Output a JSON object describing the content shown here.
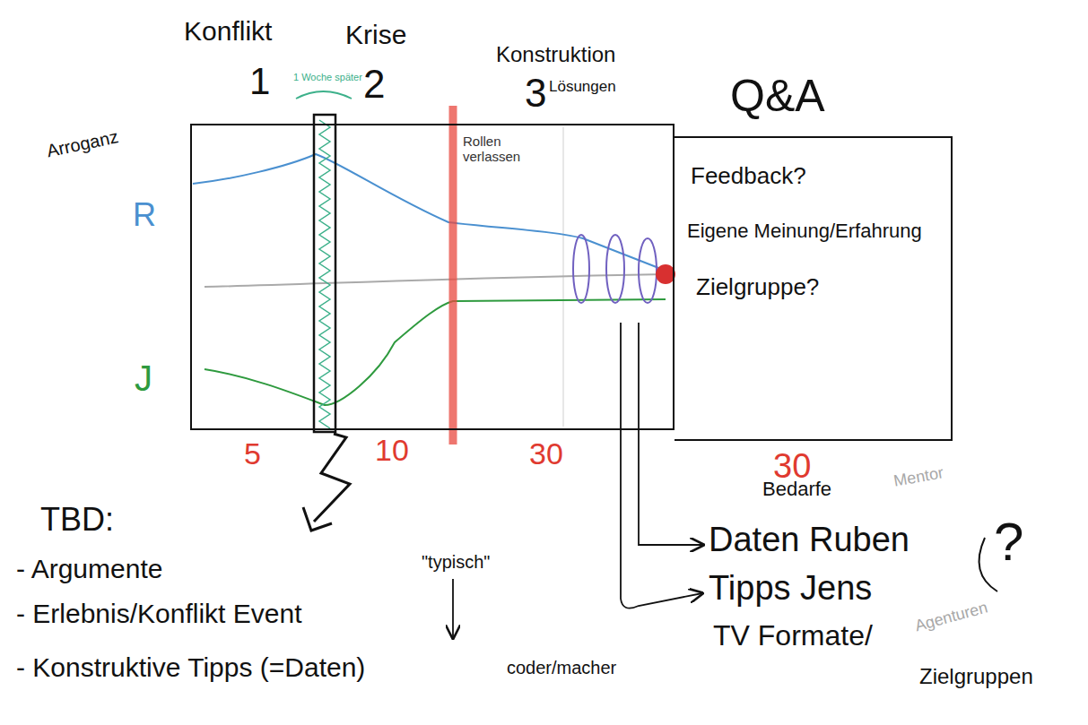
{
  "diagram": {
    "nodes": [
      {
        "text": [
          "Rollen verlassen"
        ]
      },
      {
        "text": [
          "Q&A",
          "Feedback?",
          "Eigene Meinung/Erfahrung",
          "Zielgruppe?"
        ]
      }
    ],
    "labels": [
      "Konflikt",
      "1",
      "1 Woche später",
      "Krise",
      "2",
      "Konstruktion",
      "3",
      "Lösungen",
      "Arroganz",
      "R",
      "J",
      "5",
      "10",
      "30",
      "30",
      "TBD:",
      "- Argumente",
      "\"typisch\"",
      "- Erlebnis/Konflikt Event",
      "- Konstruktive Tipps (=Daten)",
      "coder/macher",
      "Bedarfe",
      "Mentor",
      "Daten Ruben",
      "?",
      "Tipps Jens",
      "TV Formate/",
      "Agenturen",
      "Zielgruppen"
    ]
  }
}
